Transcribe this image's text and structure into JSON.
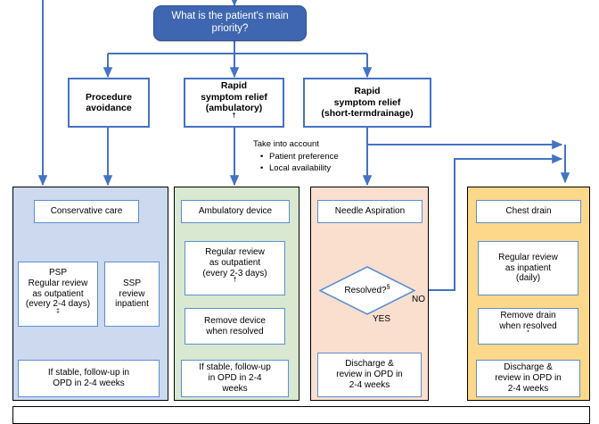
{
  "title": "Pneumothorax management pathway flowchart",
  "colors": {
    "root_fill": "#3f66b0",
    "connector": "#4472c4",
    "panel_blue": "#ccd9ef",
    "panel_green": "#d9e8d0",
    "panel_peach": "#fadfce",
    "panel_yellow": "#fcd88a",
    "box_border": "#5b8fd4"
  },
  "root": {
    "line1": "What is the patient's main",
    "line2": "priority?"
  },
  "options": [
    {
      "id": "procedure-avoidance",
      "line1": "Procedure",
      "line2": "avoidance",
      "line3": "",
      "marker": ""
    },
    {
      "id": "rapid-ambulatory",
      "line1": "Rapid",
      "line2": "symptom relief",
      "line3": "(ambulatory)",
      "marker": "†"
    },
    {
      "id": "rapid-short-term-drainage",
      "line1": "Rapid",
      "line2": "symptom relief",
      "line3": "(short-termdrainage)",
      "marker": ""
    }
  ],
  "note": {
    "heading": "Take into account",
    "bullets": [
      "Patient preference",
      "Local availability"
    ]
  },
  "panels": {
    "conservative": {
      "name": "conservative-care-panel",
      "head": {
        "text": "Conservative care"
      },
      "psp": {
        "line1": "PSP",
        "line2": "Regular review",
        "line3": "as outpatient",
        "line4": "(every 2-4 days)",
        "marker": "‡"
      },
      "ssp": {
        "line1": "SSP",
        "line2": "review",
        "line3": "inpatient"
      },
      "outcome": {
        "line1": "If stable, follow-up in",
        "line2": "OPD in 2-4 weeks"
      }
    },
    "ambulatory": {
      "name": "ambulatory-device-panel",
      "head": {
        "text": "Ambulatory device"
      },
      "review": {
        "line1": "Regular review",
        "line2": "as outpatient",
        "line3": "(every 2-3 days)",
        "marker": "†"
      },
      "remove": {
        "line1": "Remove device",
        "line2": "when resolved"
      },
      "outcome": {
        "line1": "If stable, follow-up",
        "line2": "in OPD in 2-4",
        "line3": "weeks"
      }
    },
    "needle": {
      "name": "needle-aspiration-panel",
      "head": {
        "text": "Needle Aspiration"
      },
      "decision": {
        "text": "Resolved?",
        "marker": "§"
      },
      "yes_label": "YES",
      "no_label": "NO",
      "outcome": {
        "line1": "Discharge &",
        "line2": "review in OPD in",
        "line3": "2-4 weeks"
      }
    },
    "chest_drain": {
      "name": "chest-drain-panel",
      "head": {
        "text": "Chest drain"
      },
      "review": {
        "line1": "Regular review",
        "line2": "as inpatient",
        "line3": "(daily)"
      },
      "remove": {
        "line1": "Remove drain",
        "line2": "when resolved",
        "marker": "*"
      },
      "outcome": {
        "line1": "Discharge &",
        "line2": "review in OPD in",
        "line3": "2-4 weeks"
      }
    }
  }
}
